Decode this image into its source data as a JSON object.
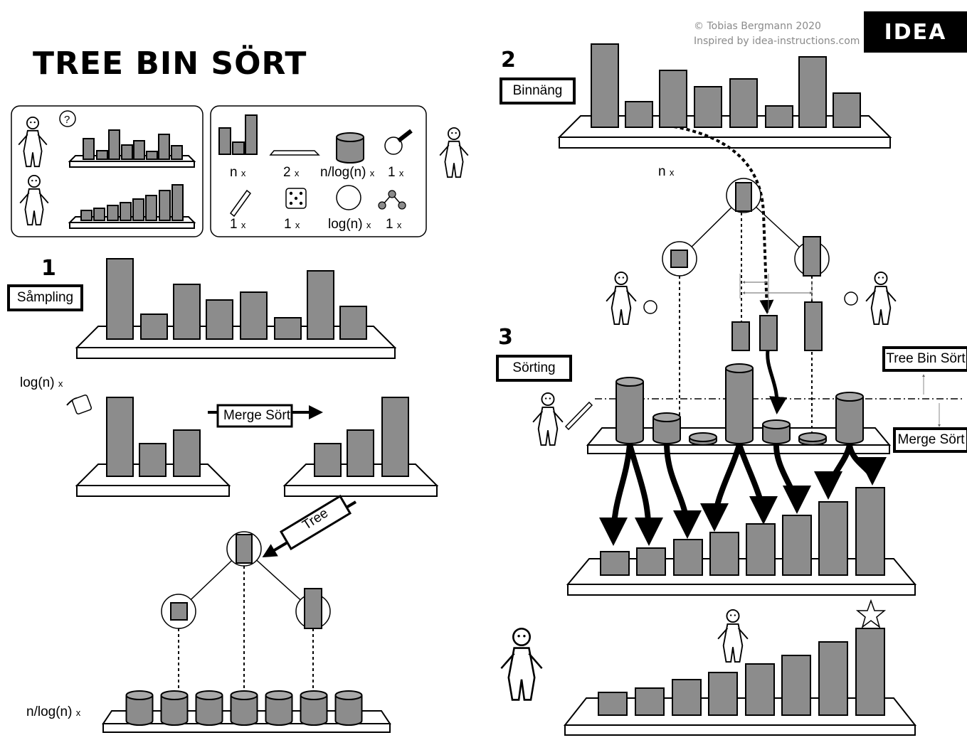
{
  "title": "TREE BIN SÖRT",
  "credit": {
    "line1": "© Tobias Bergmann 2020",
    "line2": "Inspired by idea-instructions.com"
  },
  "logo": "IDEA",
  "parts": [
    {
      "icon": "bars-icon",
      "count": "n",
      "unit": "x"
    },
    {
      "icon": "shelf-icon",
      "count": "2",
      "unit": "x"
    },
    {
      "icon": "bin-icon",
      "count": "n/log(n)",
      "unit": "x"
    },
    {
      "icon": "measuring-tape-icon",
      "count": "1",
      "unit": "x"
    },
    {
      "icon": "pencil-icon",
      "count": "1",
      "unit": "x"
    },
    {
      "icon": "dice-icon",
      "count": "1",
      "unit": "x"
    },
    {
      "icon": "circle-icon",
      "count": "log(n)",
      "unit": "x"
    },
    {
      "icon": "tree-icon",
      "count": "1",
      "unit": "x"
    }
  ],
  "steps": {
    "one": {
      "number": "1",
      "label": "Såmpling"
    },
    "two": {
      "number": "2",
      "label": "Binnäng"
    },
    "three": {
      "number": "3",
      "label": "Sörting"
    }
  },
  "labels": {
    "sample_count": "log(n)",
    "sample_unit": "x",
    "merge_sort": "Merge Sört",
    "tree": "Tree",
    "bins_count": "n/log(n)",
    "bins_unit": "x",
    "n_count": "n",
    "n_unit": "x",
    "tree_bin_sort": "Tree Bin Sört",
    "merge_sort_right": "Merge Sört"
  },
  "colors": {
    "bar": "#8c8c8c",
    "ink": "#000000",
    "background": "#ffffff"
  }
}
